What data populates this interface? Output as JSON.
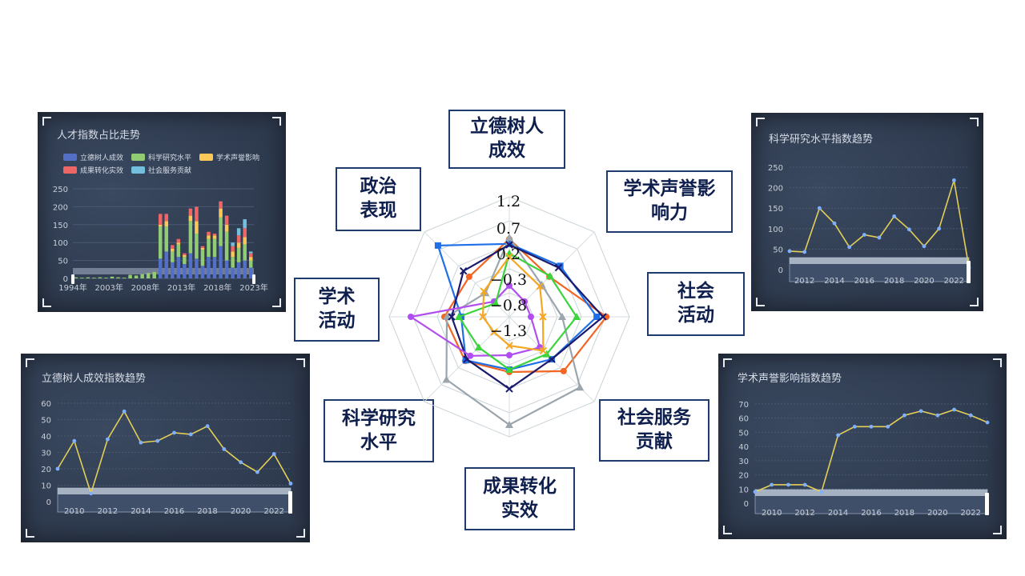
{
  "radar": {
    "dimensions": [
      "立德树人\n成效",
      "学术声誉影\n响力",
      "社会\n活动",
      "社会服务\n贡献",
      "成果转化\n实效",
      "科学研究\n水平",
      "学术\n活动",
      "政治\n表现"
    ],
    "ticks": [
      "1.2",
      "0.7",
      "0.2",
      "−0.3",
      "−0.8",
      "−1.3"
    ]
  },
  "chart_data": [
    {
      "type": "bar",
      "title": "人才指数占比走势",
      "stacked": true,
      "ylim": [
        0,
        250
      ],
      "yticks": [
        "0",
        "50",
        "100",
        "150",
        "200",
        "250"
      ],
      "xticklabels": [
        "1994年",
        "2003年",
        "2008年",
        "2013年",
        "2018年",
        "2023年"
      ],
      "legend": [
        "立德树人成效",
        "科学研究水平",
        "学术声誉影响",
        "成果转化实效",
        "社会服务贡献"
      ],
      "colors": [
        "#5470c6",
        "#91cc75",
        "#fac858",
        "#ee6666",
        "#73c0de"
      ],
      "categories": [
        "1994",
        "1995",
        "1996",
        "1997",
        "1998",
        "1999",
        "2000",
        "2001",
        "2002",
        "2003",
        "2004",
        "2005",
        "2006",
        "2007",
        "2008",
        "2009",
        "2010",
        "2011",
        "2012",
        "2013",
        "2014",
        "2015",
        "2016",
        "2017",
        "2018",
        "2019",
        "2020",
        "2021",
        "2022",
        "2023"
      ],
      "series": [
        {
          "name": "立德树人成效",
          "values": [
            0,
            0,
            0,
            0,
            0,
            0,
            0,
            0,
            0,
            0,
            0,
            0,
            0,
            0,
            55,
            75,
            45,
            60,
            40,
            70,
            55,
            35,
            60,
            60,
            90,
            50,
            30,
            45,
            50,
            30
          ]
        },
        {
          "name": "科学研究水平",
          "values": [
            3,
            2,
            3,
            2,
            3,
            2,
            5,
            3,
            2,
            10,
            8,
            12,
            15,
            18,
            90,
            70,
            30,
            35,
            20,
            90,
            70,
            45,
            50,
            50,
            80,
            80,
            30,
            40,
            45,
            20
          ]
        },
        {
          "name": "学术声誉影响",
          "values": [
            0,
            0,
            0,
            0,
            0,
            0,
            0,
            0,
            0,
            0,
            0,
            0,
            0,
            0,
            5,
            15,
            8,
            5,
            5,
            15,
            35,
            5,
            10,
            10,
            25,
            20,
            15,
            15,
            20,
            10
          ]
        },
        {
          "name": "成果转化实效",
          "values": [
            0,
            0,
            0,
            0,
            0,
            0,
            0,
            0,
            0,
            0,
            0,
            0,
            0,
            0,
            30,
            20,
            10,
            10,
            5,
            20,
            40,
            5,
            10,
            5,
            20,
            25,
            15,
            20,
            25,
            10
          ]
        },
        {
          "name": "社会服务贡献",
          "values": [
            0,
            0,
            0,
            0,
            0,
            0,
            0,
            0,
            0,
            0,
            0,
            0,
            0,
            0,
            0,
            0,
            0,
            0,
            0,
            0,
            0,
            0,
            0,
            0,
            0,
            0,
            10,
            20,
            25,
            5
          ]
        }
      ]
    },
    {
      "type": "line",
      "title": "立德树人成效指数趋势",
      "x": [
        2009,
        2010,
        2011,
        2012,
        2013,
        2014,
        2015,
        2016,
        2017,
        2018,
        2019,
        2020,
        2021,
        2022,
        2023
      ],
      "xticklabels": [
        "2010",
        "2012",
        "2014",
        "2016",
        "2018",
        "2020",
        "2022"
      ],
      "values": [
        20,
        37,
        5,
        38,
        55,
        36,
        37,
        42,
        41,
        46,
        32,
        24,
        18,
        29,
        11
      ],
      "ylim": [
        0,
        60
      ],
      "yticks": [
        "0",
        "10",
        "20",
        "30",
        "40",
        "50",
        "60"
      ],
      "color": "#e3cf57"
    },
    {
      "type": "line",
      "title": "科学研究水平指数趋势",
      "x": [
        2011,
        2012,
        2013,
        2014,
        2015,
        2016,
        2017,
        2018,
        2019,
        2020,
        2021,
        2022,
        2023
      ],
      "xticklabels": [
        "2012",
        "2014",
        "2016",
        "2018",
        "2020",
        "2022"
      ],
      "values": [
        45,
        43,
        150,
        113,
        55,
        85,
        78,
        130,
        98,
        57,
        100,
        218,
        5
      ],
      "ylim": [
        0,
        250
      ],
      "yticks": [
        "0",
        "50",
        "100",
        "150",
        "200",
        "250"
      ],
      "color": "#e3cf57"
    },
    {
      "type": "line",
      "title": "学术声誉影响指数趋势",
      "x": [
        2009,
        2010,
        2011,
        2012,
        2013,
        2014,
        2015,
        2016,
        2017,
        2018,
        2019,
        2020,
        2021,
        2022,
        2023
      ],
      "xticklabels": [
        "2010",
        "2012",
        "2014",
        "2016",
        "2018",
        "2020",
        "2022"
      ],
      "values": [
        8,
        13,
        13,
        13,
        8,
        48,
        54,
        54,
        54,
        62,
        65,
        62,
        66,
        62,
        57
      ],
      "ylim": [
        0,
        70
      ],
      "yticks": [
        "0",
        "10",
        "20",
        "30",
        "40",
        "50",
        "60",
        "70"
      ],
      "color": "#e3cf57"
    },
    {
      "type": "radar",
      "indicators": [
        "立德树人成效",
        "学术声誉影响力",
        "社会活动",
        "社会服务贡献",
        "成果转化实效",
        "科学研究水平",
        "学术活动",
        "政治表现"
      ],
      "scale": [
        -1.3,
        1.2
      ],
      "series": [
        {
          "color": "#f26522",
          "marker": "circle",
          "values": [
            0.32,
            -0.12,
            0.72,
            0.3,
            -0.15,
            0.0,
            0.05,
            -0.12
          ]
        },
        {
          "color": "#1f6fe8",
          "marker": "square",
          "values": [
            0.22,
            0.2,
            0.52,
            -0.05,
            -0.2,
            -0.02,
            -0.3,
            0.8
          ]
        },
        {
          "color": "#9aa5ad",
          "marker": "triangle",
          "values": [
            0.35,
            -0.35,
            -0.2,
            0.78,
            0.95,
            0.55,
            0.0,
            -0.6
          ]
        },
        {
          "color": "#1a1a6e",
          "marker": "cross",
          "values": [
            0.2,
            0.15,
            0.65,
            -0.05,
            0.2,
            -0.05,
            -0.1,
            0.05
          ]
        },
        {
          "color": "#b14ef0",
          "marker": "circle",
          "values": [
            -0.65,
            -0.85,
            -0.85,
            -0.4,
            -0.5,
            -0.15,
            0.75,
            -0.85
          ]
        },
        {
          "color": "#3cd43c",
          "marker": "triangle",
          "values": [
            0.02,
            -0.1,
            0.1,
            -0.2,
            -0.2,
            -0.4,
            -0.25,
            -0.9
          ]
        },
        {
          "color": "#f5a623",
          "marker": "cross",
          "values": [
            -0.05,
            -0.4,
            -0.6,
            -0.3,
            -0.7,
            -0.85,
            -0.75,
            -0.55
          ]
        }
      ]
    }
  ]
}
